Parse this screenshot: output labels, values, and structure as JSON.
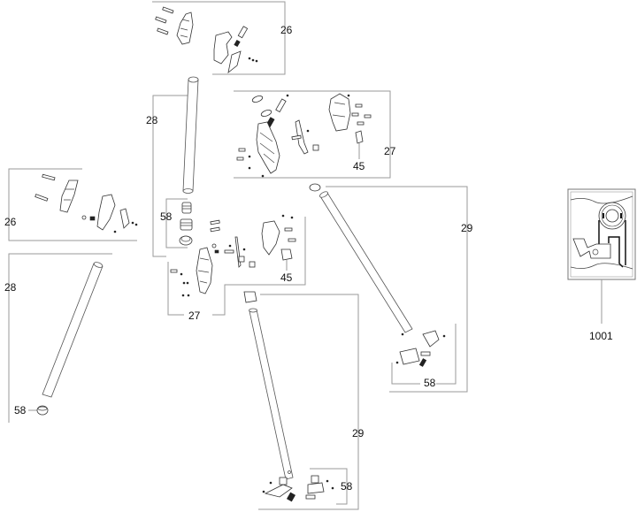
{
  "diagram": {
    "title": "Exploded parts diagram",
    "callouts": [
      {
        "id": "c26-top",
        "label": "26"
      },
      {
        "id": "c28-top",
        "label": "28"
      },
      {
        "id": "c58-top",
        "label": "58"
      },
      {
        "id": "c27-right",
        "label": "27"
      },
      {
        "id": "c45-right",
        "label": "45"
      },
      {
        "id": "c26-left",
        "label": "26"
      },
      {
        "id": "c28-left",
        "label": "28"
      },
      {
        "id": "c58-left",
        "label": "58"
      },
      {
        "id": "c45-mid",
        "label": "45"
      },
      {
        "id": "c27-mid",
        "label": "27"
      },
      {
        "id": "c29-right",
        "label": "29"
      },
      {
        "id": "c58-right",
        "label": "58"
      },
      {
        "id": "c29-bottom",
        "label": "29"
      },
      {
        "id": "c58-bottom",
        "label": "58"
      },
      {
        "id": "c1001",
        "label": "1001"
      }
    ],
    "colors": {
      "frame": "#9a9a9a",
      "line": "#333333",
      "background": "#ffffff"
    }
  }
}
